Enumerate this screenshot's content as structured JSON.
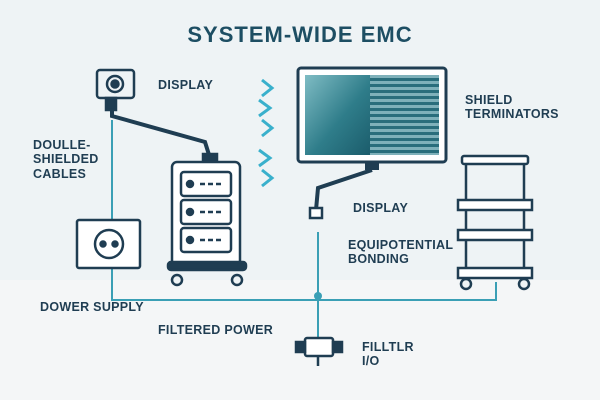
{
  "title": "SYSTEM-WIDE EMC",
  "labels": {
    "display_top": "DISPLAY",
    "doulle_shielded_cables": "DOULLE-\nSHIELDED\nCABLES",
    "shield_terminators": "SHIELD\nTERMINATORS",
    "display_bottom": "DISPLAY",
    "equipotential_bonding": "EQUIPOTENTIAL\nBONDING",
    "dower_supply": "DOWER SUPPLY",
    "filtered_power": "FILTERED POWER",
    "filltlr_io": "FILLTLR\nI/O"
  },
  "colors": {
    "ink": "#1f3d52",
    "teal": "#1d4e63",
    "line": "#3a9fb5",
    "wave": "#39b0cc",
    "background": "#eef3f5",
    "floor": "#f4f6f7",
    "screen": "#2f7d8a"
  },
  "icons": {
    "camera": "camera-icon",
    "outlet": "power-outlet-icon",
    "rack": "equipment-rack-icon",
    "monitor": "display-monitor-icon",
    "cart": "cart-icon",
    "filter": "io-filter-icon",
    "waves": "emi-wave-icon"
  }
}
